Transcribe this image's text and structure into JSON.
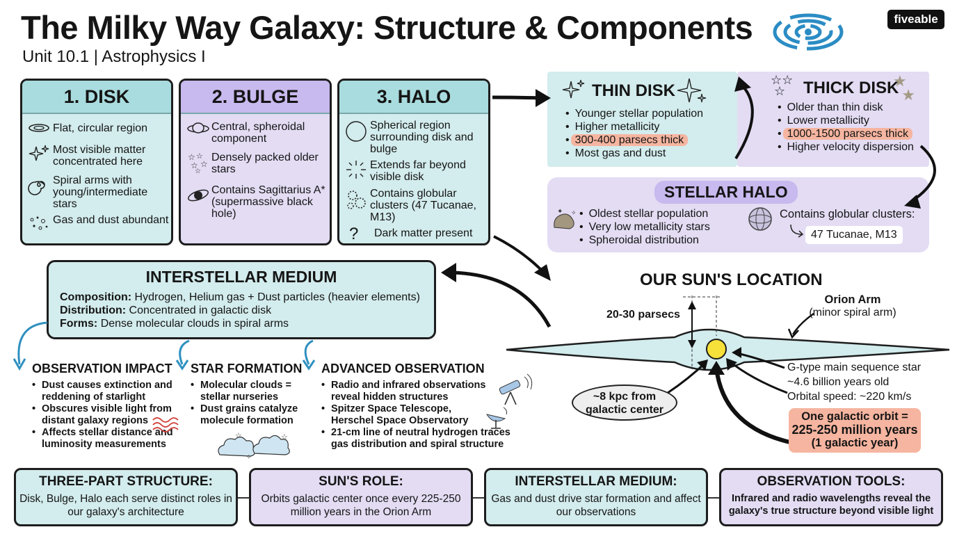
{
  "header": {
    "title": "The Milky Way Galaxy: Structure & Components",
    "subtitle": "Unit 10.1 | Astrophysics I",
    "brand": "fiveable"
  },
  "colors": {
    "teal_panel": "#d3eced",
    "lavender_panel": "#e3dcf3",
    "highlight": "#f6b5a0",
    "sun": "#f6e03a",
    "arrow_blue": "#2f90c0"
  },
  "disk": {
    "title": "1. DISK",
    "items": [
      {
        "icon": "flat-disk-icon",
        "text": "Flat, circular region"
      },
      {
        "icon": "sparkle-icon",
        "text": "Most visible matter concentrated here"
      },
      {
        "icon": "spiral-icon",
        "text": "Spiral arms with young/intermediate stars"
      },
      {
        "icon": "dust-icon",
        "text": "Gas and dust abundant"
      }
    ]
  },
  "bulge": {
    "title": "2. BULGE",
    "items": [
      {
        "icon": "spheroid-icon",
        "text": "Central, spheroidal component"
      },
      {
        "icon": "star-cluster-icon",
        "text": "Densely packed older stars"
      },
      {
        "icon": "black-hole-icon",
        "text": "Contains Sagittarius A* (supermassive black hole)"
      }
    ]
  },
  "halo": {
    "title": "3. HALO",
    "items": [
      {
        "icon": "sphere-icon",
        "text": "Spherical region surrounding disk and bulge"
      },
      {
        "icon": "burst-icon",
        "text": "Extends far beyond visible disk"
      },
      {
        "icon": "globular-cluster-icon",
        "text": "Contains globular clusters (47 Tucanae, M13)"
      },
      {
        "icon": "question-icon",
        "text": "Dark matter present"
      }
    ]
  },
  "thin_disk": {
    "title": "THIN DISK",
    "items": [
      "Younger stellar population",
      "Higher metallicity",
      "300-400 parsecs thick",
      "Most gas and dust"
    ]
  },
  "thick_disk": {
    "title": "THICK DISK",
    "items": [
      "Older than thin disk",
      "Lower metallicity",
      "1000-1500 parsecs thick",
      "Higher velocity dispersion"
    ]
  },
  "stellar_halo": {
    "title": "STELLAR HALO",
    "items": [
      "Oldest stellar population",
      "Very low metallicity stars",
      "Spheroidal distribution"
    ],
    "clusters_label": "Contains globular clusters:",
    "clusters_value": "47 Tucanae, M13"
  },
  "ism": {
    "title": "INTERSTELLAR MEDIUM",
    "composition_label": "Composition:",
    "composition": "Hydrogen, Helium gas + Dust particles (heavier elements)",
    "distribution_label": "Distribution:",
    "distribution": "Concentrated in galactic disk",
    "forms_label": "Forms:",
    "forms": "Dense molecular clouds in spiral arms"
  },
  "observation_impact": {
    "title": "OBSERVATION IMPACT",
    "items": [
      "Dust causes extinction and reddening of starlight",
      "Obscures visible light from distant galaxy regions",
      "Affects stellar distance and luminosity measurements"
    ]
  },
  "star_formation": {
    "title": "STAR FORMATION",
    "items": [
      "Molecular clouds = stellar nurseries",
      "Dust grains catalyze molecule formation"
    ]
  },
  "advanced_observation": {
    "title": "ADVANCED OBSERVATION",
    "items": [
      "Radio and infrared observations reveal hidden structures",
      "Spitzer Space Telescope, Herschel Space Observatory",
      "21-cm line of neutral hydrogen traces gas distribution and spiral structure"
    ]
  },
  "sun_location": {
    "title": "OUR SUN'S LOCATION",
    "thickness": "20-30 parsecs",
    "arm": "Orion Arm",
    "arm_note": "(minor spiral arm)",
    "distance": "~8 kpc from galactic center",
    "star_type": "G-type main sequence star",
    "age": "~4.6 billion years old",
    "speed": "Orbital speed: ~220 km/s",
    "orbit_line1": "One galactic orbit =",
    "orbit_line2": "225-250 million years",
    "orbit_line3": "(1 galactic year)"
  },
  "summary": [
    {
      "title": "THREE-PART STRUCTURE:",
      "text": "Disk, Bulge, Halo each serve distinct roles in our galaxy's architecture"
    },
    {
      "title": "SUN'S ROLE:",
      "text": "Orbits galactic center once every 225-250 million years in the Orion Arm"
    },
    {
      "title": "INTERSTELLAR MEDIUM:",
      "text": "Gas and dust drive star formation and affect our observations"
    },
    {
      "title": "OBSERVATION TOOLS:",
      "text": "Infrared and radio wavelengths reveal the galaxy's true structure beyond visible light"
    }
  ]
}
